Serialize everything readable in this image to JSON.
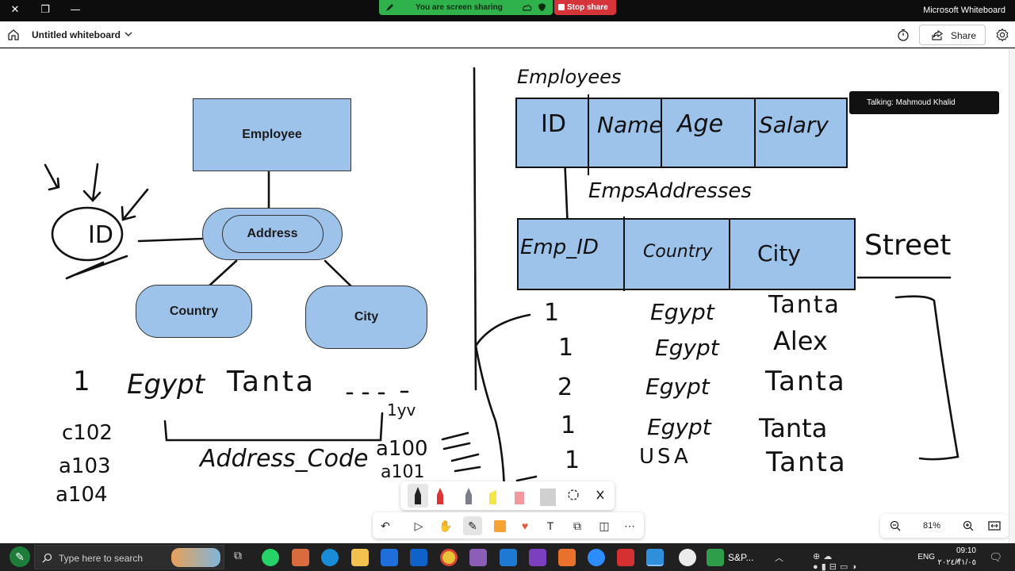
{
  "titlebar": {
    "sharing_text": "You are screen sharing",
    "stop_label": "Stop share",
    "app_name": "Microsoft Whiteboard"
  },
  "header": {
    "title": "Untitled whiteboard",
    "share_label": "Share"
  },
  "talking": "Talking: Mahmoud Khalid",
  "er_diagram": {
    "entity": "Employee",
    "composite_attr": "Address",
    "sub_attrs": [
      "Country",
      "City"
    ],
    "key_attr": "ID"
  },
  "handwriting": {
    "employees_title": "Employees",
    "employees_cols": [
      "ID",
      "Name",
      "Age",
      "Salary"
    ],
    "addresses_title": "EmpsAddresses",
    "addresses_cols": [
      "Emp_ID",
      "Country",
      "City"
    ],
    "street": "Street",
    "row_ids": [
      "1",
      "1",
      "2",
      "1",
      "1"
    ],
    "row_countries": [
      "Egypt",
      "Egypt",
      "Egypt",
      "Egypt",
      "USA"
    ],
    "row_cities": [
      "Tanta",
      "Alex",
      "Tanta",
      "Tanta",
      "Tanta"
    ],
    "left_row": [
      "1",
      "Egypt",
      "Tanta",
      "...."
    ],
    "codes_left": [
      "c102",
      "a103",
      "a104"
    ],
    "address_code_label": "Address_Code",
    "codes_right": [
      "a100",
      "a101"
    ],
    "code_top": "1yv"
  },
  "toolbar": {
    "zoom": "81%"
  },
  "taskbar": {
    "search_placeholder": "Type here to search",
    "sp_label": "S&P...",
    "lang": "ENG",
    "time": "09:10 م",
    "date": "٢٠٢٤/١١/٠٥"
  },
  "colors": {
    "entity_fill": "#9dc3eb",
    "share_green": "#2fb24c",
    "stop_red": "#d4343a"
  }
}
